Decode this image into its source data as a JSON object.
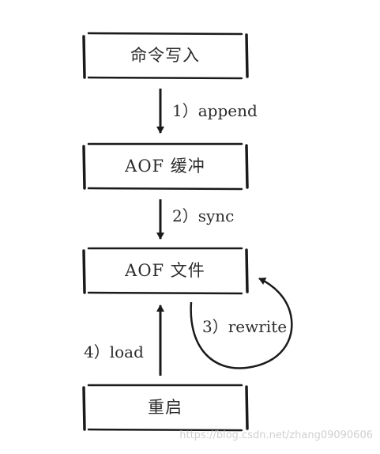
{
  "nodes": {
    "command_write": "命令写入",
    "aof_buffer": "AOF 缓冲",
    "aof_file": "AOF 文件",
    "restart": "重启"
  },
  "edges": {
    "append": "1）append",
    "sync": "2）sync",
    "rewrite": "3）rewrite",
    "load": "4）load"
  },
  "watermark": "https://blog.csdn.net/zhang09090606"
}
